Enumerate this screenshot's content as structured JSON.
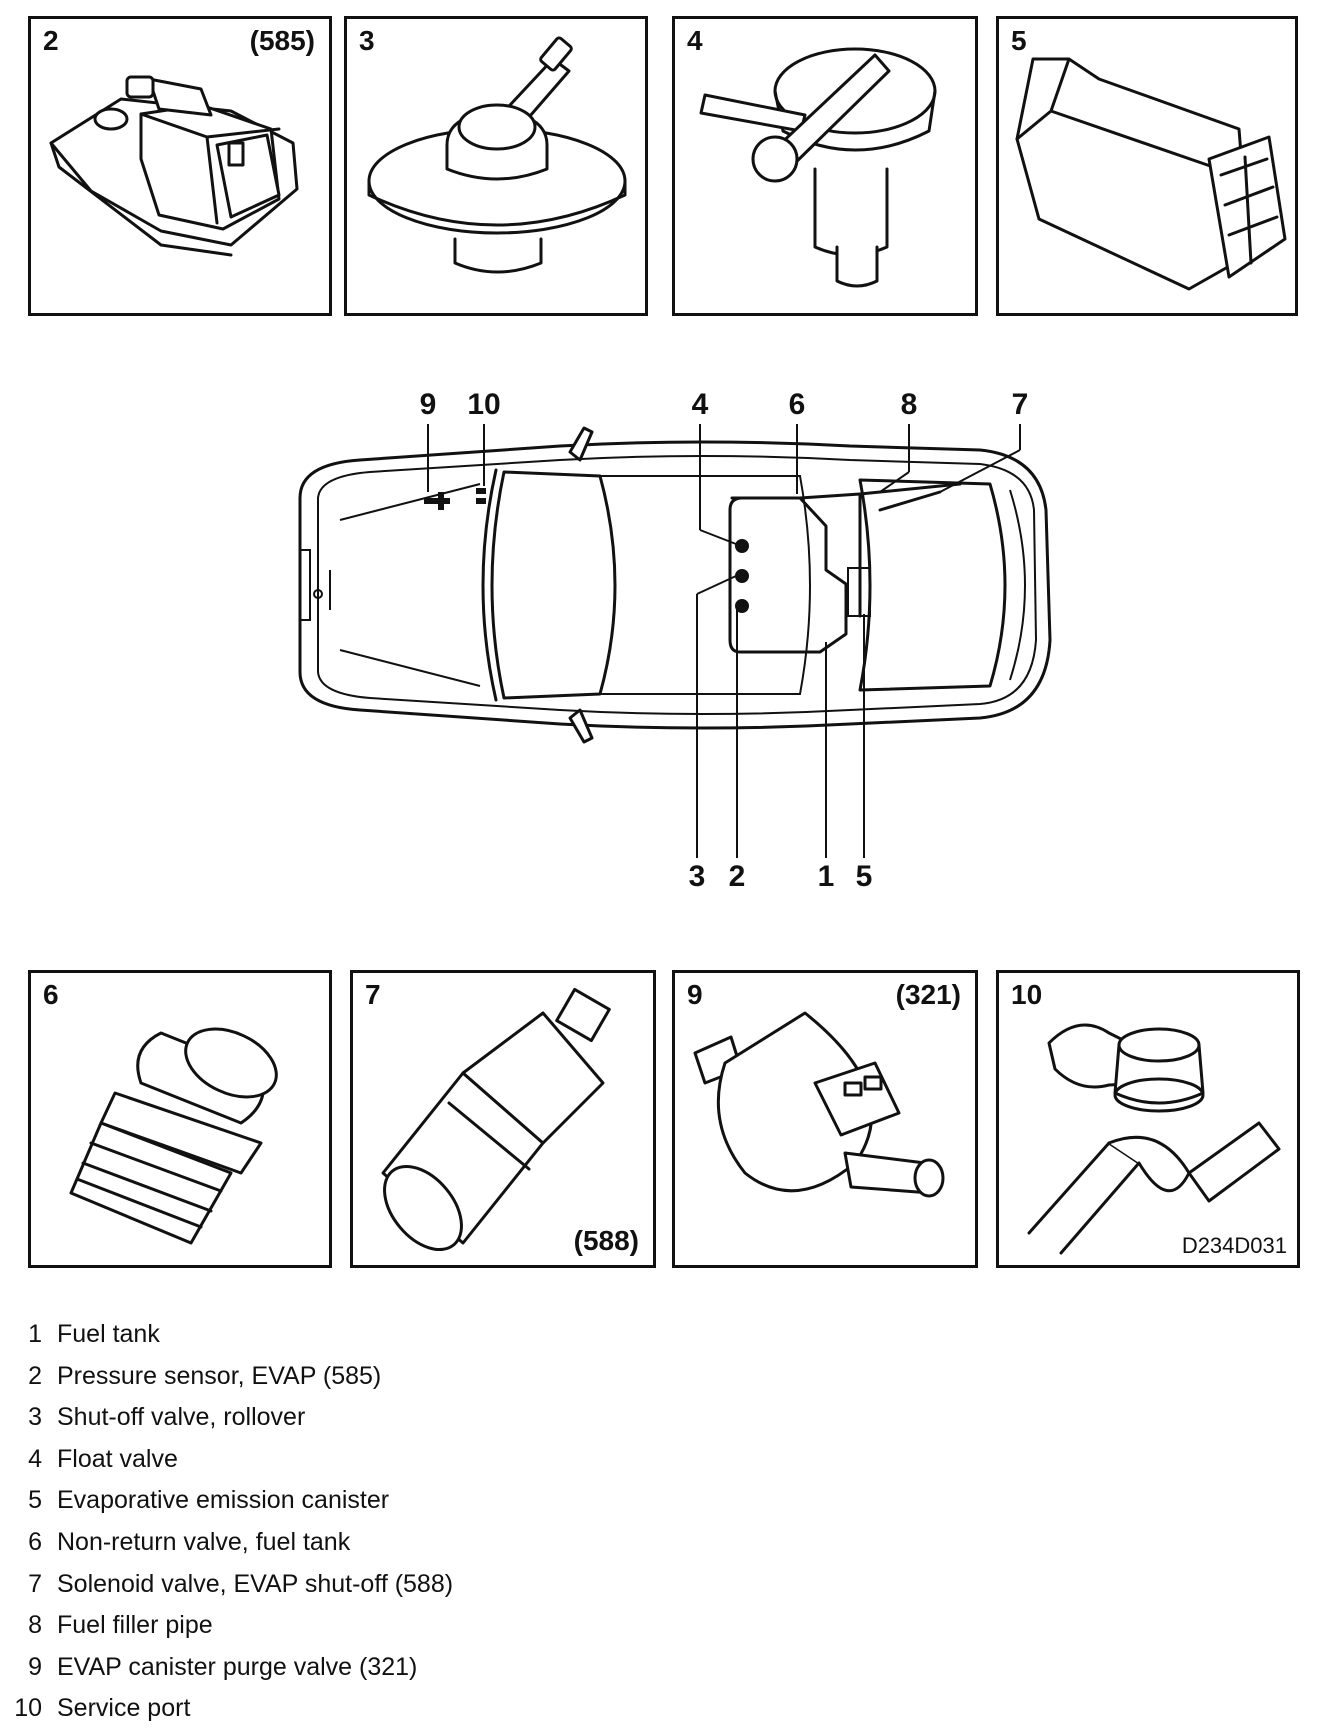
{
  "top_panels": [
    {
      "number": "2",
      "code": "(585)"
    },
    {
      "number": "3",
      "code": ""
    },
    {
      "number": "4",
      "code": ""
    },
    {
      "number": "5",
      "code": ""
    }
  ],
  "bottom_panels": [
    {
      "number": "6",
      "code": ""
    },
    {
      "number": "7",
      "code": "(588)"
    },
    {
      "number": "9",
      "code": "(321)"
    },
    {
      "number": "10",
      "code": ""
    }
  ],
  "drawing_ref": "D234D031",
  "car_callouts": {
    "top": [
      "9",
      "10",
      "4",
      "6",
      "8",
      "7"
    ],
    "bottom": [
      "3",
      "2",
      "1",
      "5"
    ]
  },
  "legend": [
    {
      "num": "1",
      "text": "Fuel tank"
    },
    {
      "num": "2",
      "text": "Pressure sensor, EVAP (585)"
    },
    {
      "num": "3",
      "text": "Shut-off valve, rollover"
    },
    {
      "num": "4",
      "text": "Float valve"
    },
    {
      "num": "5",
      "text": "Evaporative emission canister"
    },
    {
      "num": "6",
      "text": "Non-return valve, fuel tank"
    },
    {
      "num": "7",
      "text": "Solenoid valve, EVAP shut-off (588)"
    },
    {
      "num": "8",
      "text": "Fuel filler pipe"
    },
    {
      "num": "9",
      "text": "EVAP canister purge valve (321)"
    },
    {
      "num": "10",
      "text": "Service port"
    }
  ]
}
